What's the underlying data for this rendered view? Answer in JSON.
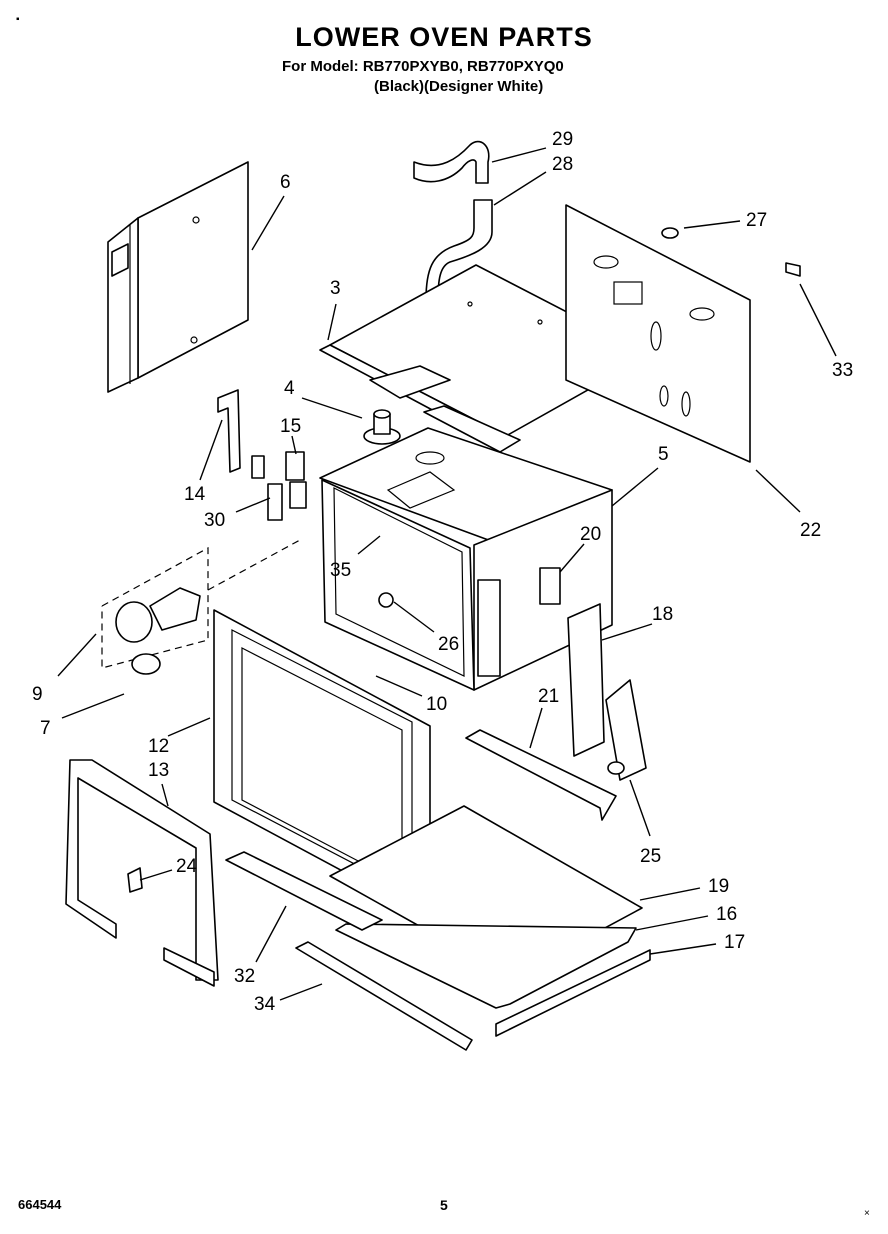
{
  "header": {
    "title": "LOWER OVEN PARTS",
    "model_line": "For Model: RB770PXYB0, RB770PXYQ0",
    "color_line": "(Black)(Designer White)"
  },
  "callouts": [
    "29",
    "28",
    "6",
    "27",
    "3",
    "33",
    "4",
    "15",
    "5",
    "14",
    "22",
    "30",
    "20",
    "35",
    "18",
    "26",
    "9",
    "10",
    "21",
    "7",
    "12",
    "13",
    "25",
    "24",
    "19",
    "16",
    "17",
    "32",
    "34"
  ],
  "footer": {
    "doc_number": "664544",
    "page_number": "5"
  }
}
